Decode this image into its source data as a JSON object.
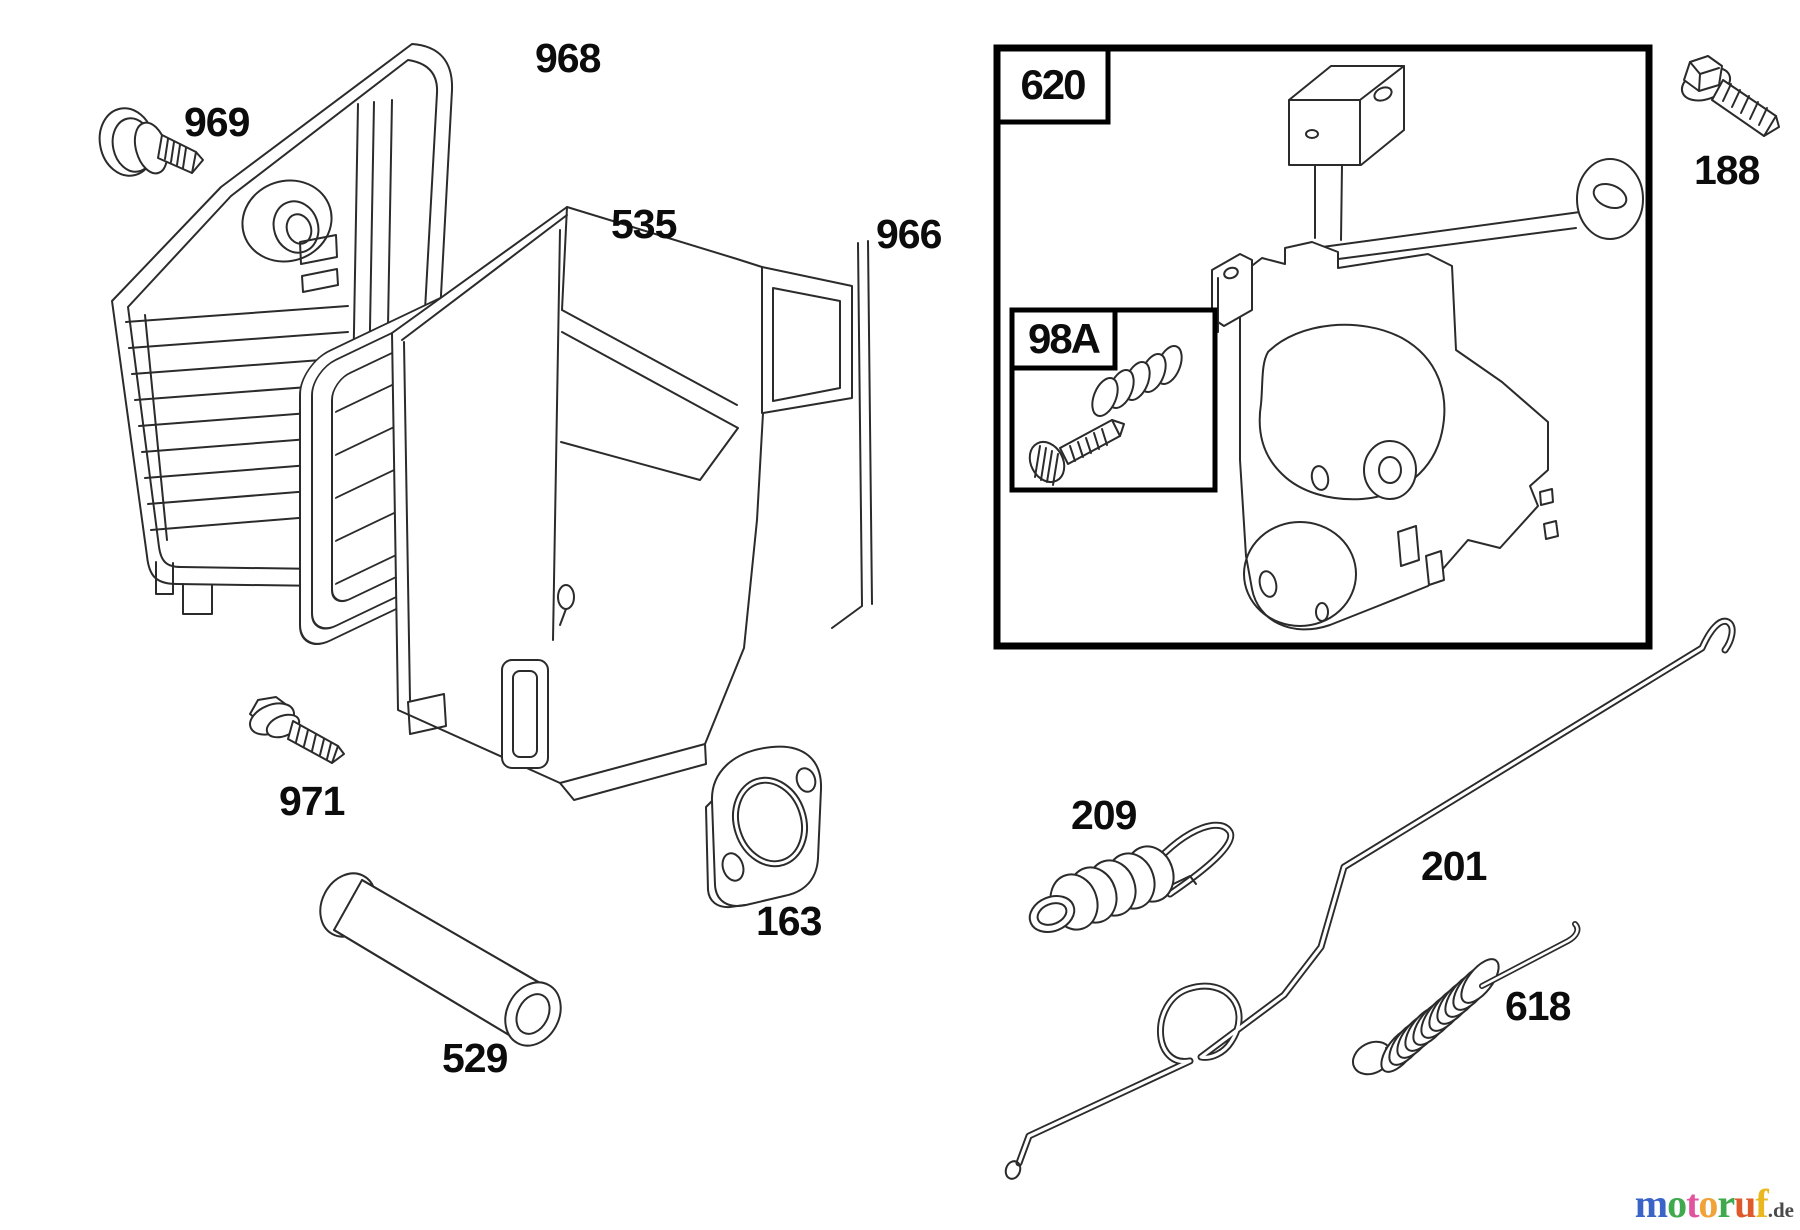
{
  "diagram": {
    "part_labels": {
      "cover": "968",
      "knob": "969",
      "filter": "535",
      "housing": "966",
      "screw": "971",
      "tube": "529",
      "gasket": "163",
      "bracket_group": "620",
      "kit": "98A",
      "bolt": "188",
      "spring": "209",
      "rod": "201",
      "ext_spring": "618"
    }
  },
  "watermark": {
    "letters": [
      {
        "ch": "m",
        "color": "#3a64c8"
      },
      {
        "ch": "o",
        "color": "#3fa94d"
      },
      {
        "ch": "t",
        "color": "#e0559e"
      },
      {
        "ch": "o",
        "color": "#f0a339"
      },
      {
        "ch": "r",
        "color": "#3fa94d"
      },
      {
        "ch": "u",
        "color": "#df5a2b"
      },
      {
        "ch": "f",
        "color": "#e9b821"
      }
    ],
    "suffix": ".de"
  }
}
